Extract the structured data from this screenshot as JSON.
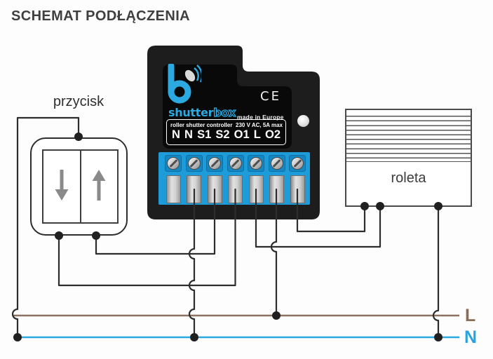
{
  "title": "SCHEMAT PODŁĄCZENIA",
  "push_button": {
    "label": "przycisk",
    "left_key_icon": "arrow-down",
    "right_key_icon": "arrow-up"
  },
  "device": {
    "brand_first": "shutter",
    "brand_second": "box",
    "made_in": "made in Europe",
    "ce_mark": "CE",
    "product_line1": "roller shutter controller",
    "product_rating": "230 V AC, 5A max",
    "terminals": [
      "N",
      "N",
      "S1",
      "S2",
      "O1",
      "L",
      "O2"
    ]
  },
  "roller_shutter": {
    "label": "roleta"
  },
  "power_bus": {
    "live_label": "L",
    "live_color": "#8C7260",
    "neutral_label": "N",
    "neutral_color": "#29ABE2"
  },
  "colors": {
    "brand_blue": "#2BA9E0",
    "terminal_block": "#1E9CD9",
    "wire": "#2D2D2D",
    "device_body": "#1D1D1D"
  }
}
